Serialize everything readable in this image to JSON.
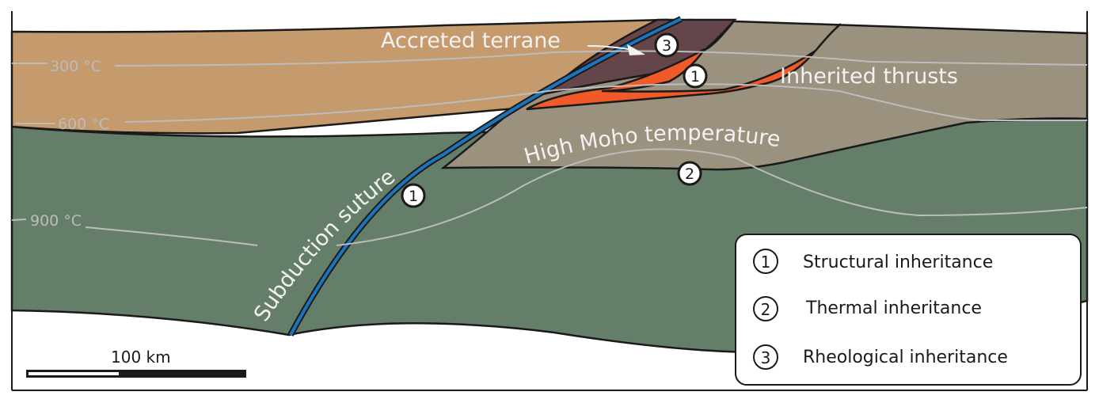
{
  "diagram": {
    "type": "geological-cross-section",
    "colors": {
      "upper_crust": "#c59a6c",
      "lower_lithosphere": "#657e69",
      "inherited_crust": "#9a917f",
      "accreted_terrane": "#64464a",
      "thrust_slivers": "#f05a28",
      "suture": "#1a75bc",
      "isotherm": "#bcbcbc",
      "outline": "#1a1a1a"
    },
    "isotherms": [
      {
        "label": "300 °C"
      },
      {
        "label": "600 °C"
      },
      {
        "label": "900 °C"
      }
    ],
    "region_labels": {
      "accreted_terrane": "Accreted terrane",
      "inherited_thrusts": "Inherited thrusts",
      "high_moho": "High Moho temperature",
      "subduction_suture": "Subduction suture"
    },
    "markers": [
      {
        "id": "marker-rheological",
        "number": "3"
      },
      {
        "id": "marker-structural-thrust",
        "number": "1"
      },
      {
        "id": "marker-thermal",
        "number": "2"
      },
      {
        "id": "marker-structural-suture",
        "number": "1"
      }
    ],
    "scale_bar": {
      "label": "100 km",
      "length_km": 100
    },
    "legend": [
      {
        "number": "1",
        "label": "Structural inheritance"
      },
      {
        "number": "2",
        "label": "Thermal inheritance"
      },
      {
        "number": "3",
        "label": "Rheological inheritance"
      }
    ]
  }
}
